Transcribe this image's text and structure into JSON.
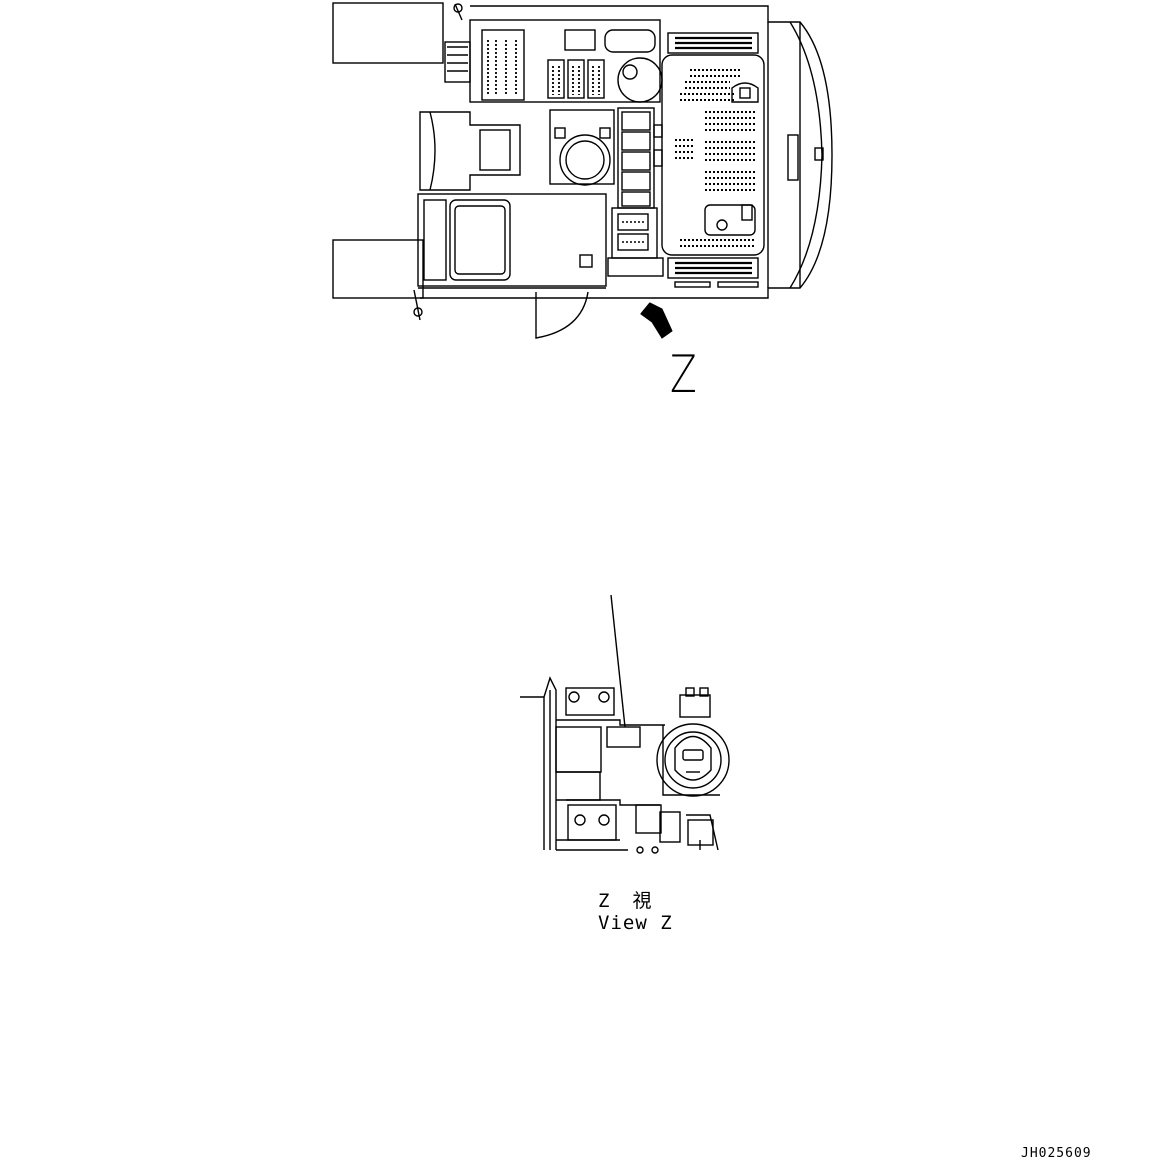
{
  "view_arrow": {
    "letter": "Z"
  },
  "caption": {
    "jp": "Z　視",
    "en": "View Z"
  },
  "drawing_code": "JH025609"
}
